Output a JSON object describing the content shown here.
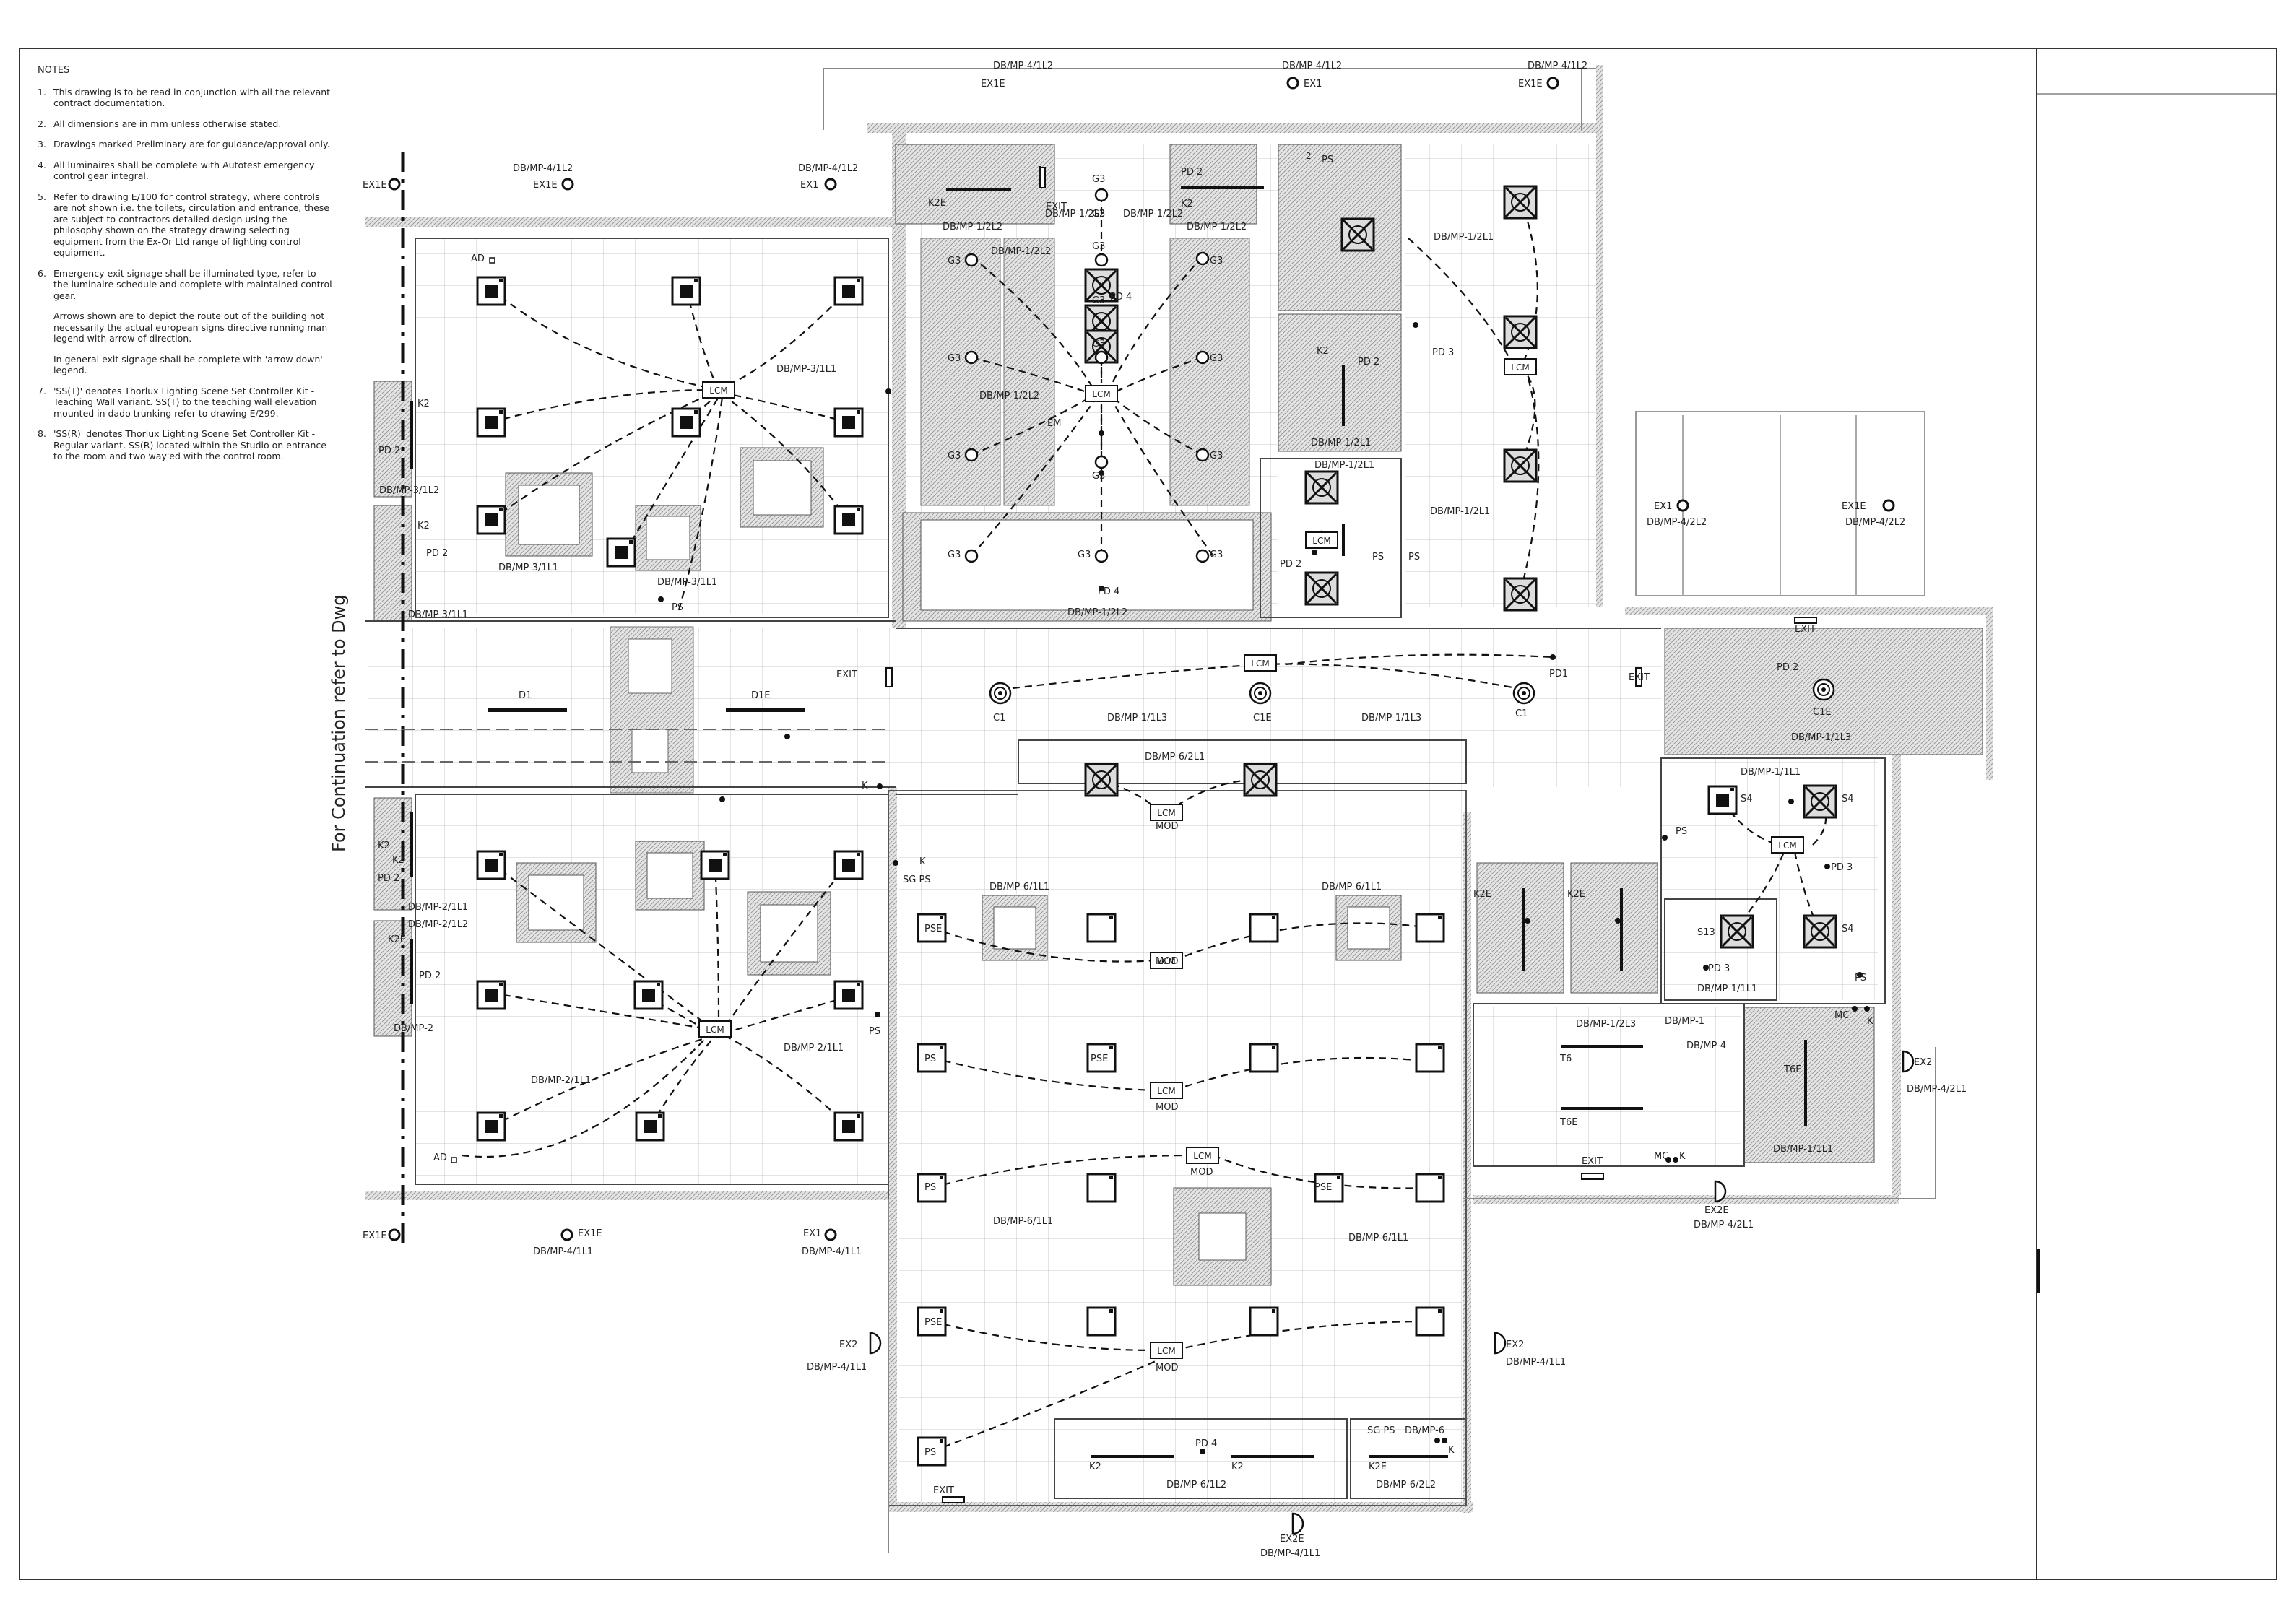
{
  "notes": {
    "title": "NOTES",
    "items": [
      {
        "num": "1.",
        "text": "This drawing is to be read in conjunction with all the relevant contract documentation."
      },
      {
        "num": "2.",
        "text": "All dimensions are in mm unless otherwise stated."
      },
      {
        "num": "3.",
        "text": "Drawings marked Preliminary are for guidance/approval only."
      },
      {
        "num": "4.",
        "text": "All luminaires shall be complete with Autotest emergency control gear integral."
      },
      {
        "num": "5.",
        "text": "Refer to drawing E/100 for control strategy, where controls are not shown i.e. the toilets, circulation and entrance, these are subject to contractors detailed design using the philosophy shown on the strategy drawing selecting equipment from the Ex-Or Ltd range of lighting control equipment."
      },
      {
        "num": "6.",
        "text": "Emergency exit signage shall be illuminated type, refer to the luminaire schedule and complete with maintained control gear."
      },
      {
        "num": "7.",
        "text": "'SS(T)' denotes Thorlux Lighting Scene Set Controller Kit - Teaching Wall variant. SS(T) to the teaching wall elevation mounted in dado trunking refer to drawing E/299."
      },
      {
        "num": "8.",
        "text": "'SS(R)' denotes Thorlux Lighting Scene Set Controller Kit - Regular variant. SS(R) located within the Studio on entrance to the room and two way'ed with the control room."
      }
    ],
    "sub6a": "Arrows shown are to depict the route out of the building not necessarily the actual european signs directive running man legend with arrow of direction.",
    "sub6b": "In general exit signage shall be complete with 'arrow down' legend."
  },
  "continuation": "For Continuation refer to Dwg",
  "labels": {
    "db_mp_3_1l1": "DB/MP-3/1L1",
    "db_mp_3_1l2": "DB/MP-3/1L2",
    "db_mp_2_1l1": "DB/MP-2/1L1",
    "db_mp_2_1l2": "DB/MP-2/1L2",
    "db_mp_2": "DB/MP-2",
    "db_mp_1_2l2": "DB/MP-1/2L2",
    "db_mp_1_2l1": "DB/MP-1/2L1",
    "db_mp_1_1l3": "DB/MP-1/1L3",
    "db_mp_1_1l1": "DB/MP-1/1L1",
    "db_mp_1_2l3": "DB/MP-1/2L3",
    "db_mp_1": "DB/MP-1",
    "db_mp_4": "DB/MP-4",
    "db_mp_4_1l2": "DB/MP-4/1L2",
    "db_mp_4_1l1": "DB/MP-4/1L1",
    "db_mp_4_2l1": "DB/MP-4/2L1",
    "db_mp_4_2l2": "DB/MP-4/2L2",
    "db_mp_6_1l1": "DB/MP-6/1L1",
    "db_mp_6_2l1": "DB/MP-6/2L1",
    "db_mp_6_1l2": "DB/MP-6/1L2",
    "db_mp_6_2l2": "DB/MP-6/2L2",
    "db_mp_6": "DB/MP-6",
    "lcm": "LCM",
    "mod": "MOD",
    "exit": "EXIT",
    "s4": "S4",
    "s13": "S13",
    "g3": "G3",
    "ps": "PS",
    "pse": "PSE",
    "pd1": "PD1",
    "pd2": "PD 2",
    "pd3": "PD 3",
    "pd4": "PD 4",
    "k": "K",
    "k2": "K2",
    "k2e": "K2E",
    "c1": "C1",
    "c1e": "C1E",
    "d1": "D1",
    "d1e": "D1E",
    "t6": "T6",
    "t6e": "T6E",
    "ex1": "EX1",
    "ex1e": "EX1E",
    "ex2": "EX2",
    "ex2e": "EX2E",
    "em": "EM",
    "mc": "MC",
    "ad": "AD",
    "two": "2",
    "sgps": "SG PS"
  }
}
